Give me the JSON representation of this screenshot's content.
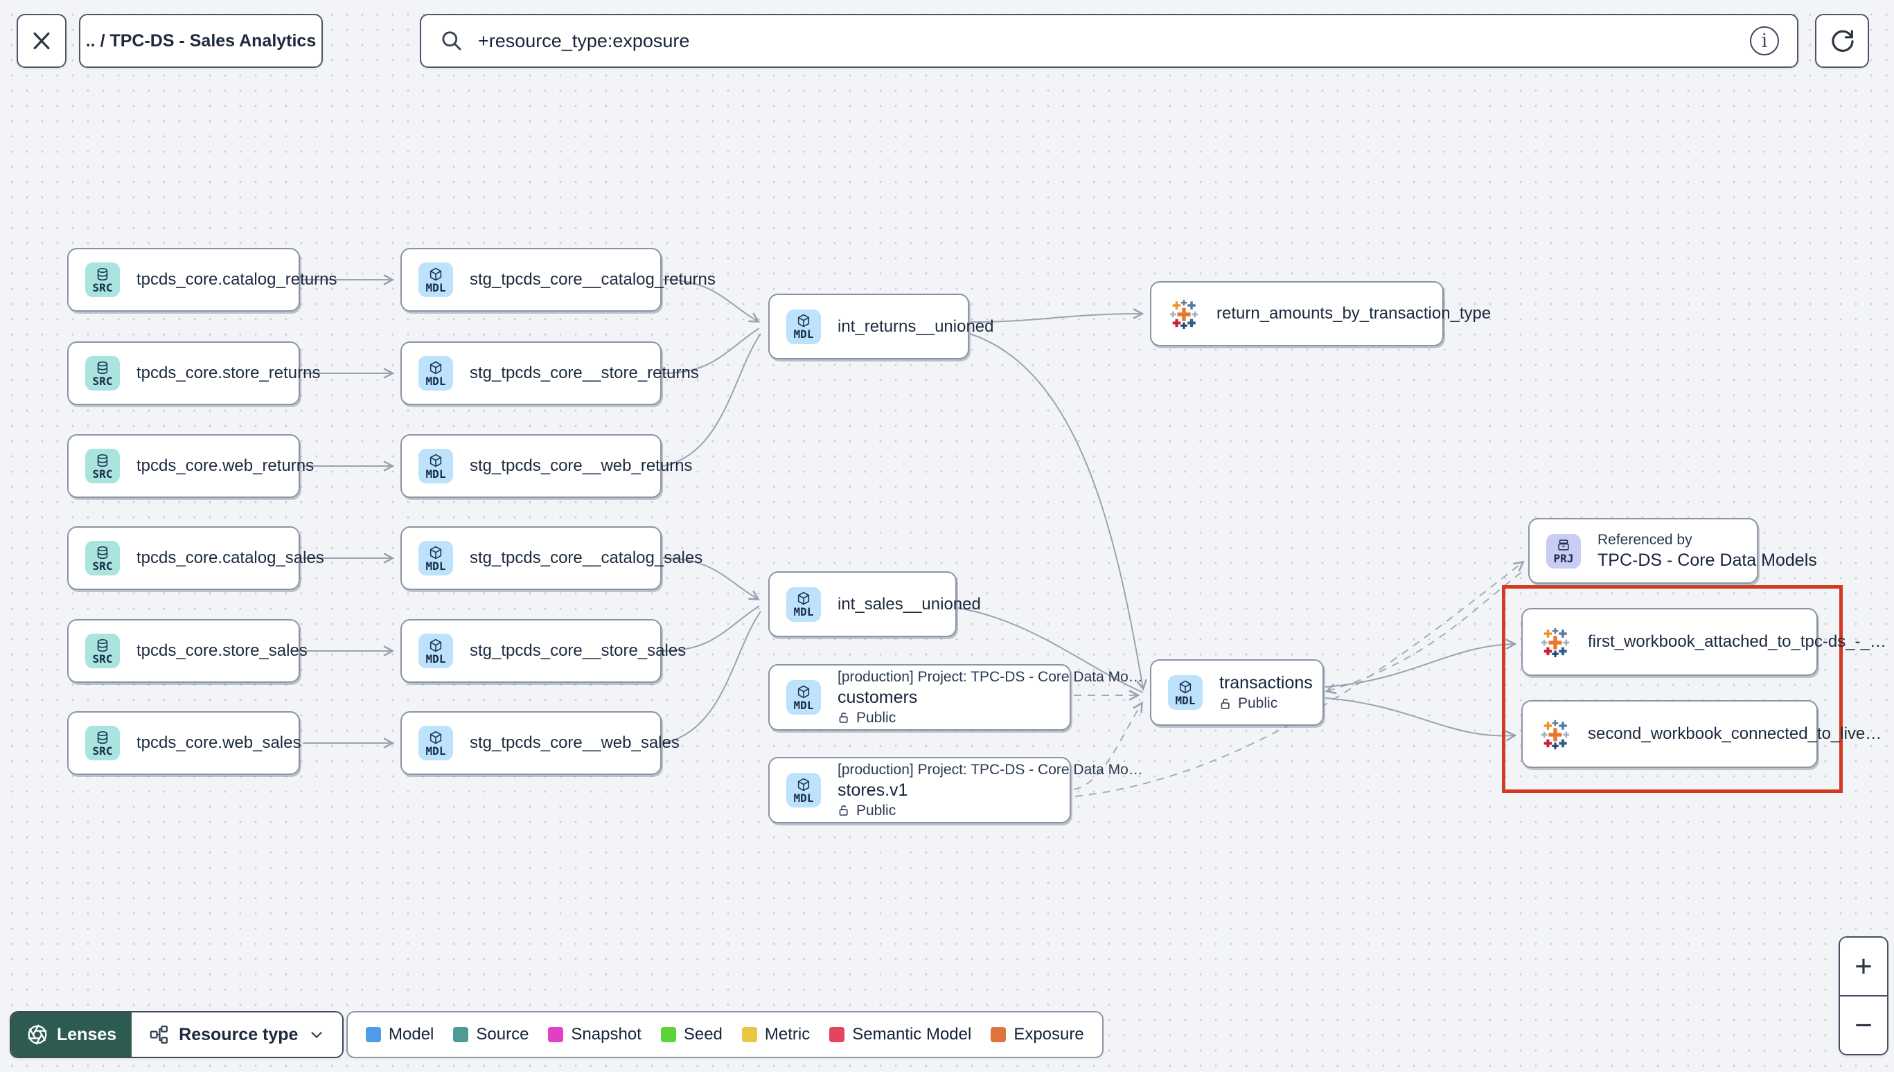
{
  "toolbar": {
    "breadcrumb": ".. / TPC-DS - Sales Analytics",
    "search_value": "+resource_type:exposure",
    "info_glyph": "i"
  },
  "badges": {
    "source": "SRC",
    "model": "MDL",
    "project": "PRJ"
  },
  "graph": {
    "sources": [
      "tpcds_core.catalog_returns",
      "tpcds_core.store_returns",
      "tpcds_core.web_returns",
      "tpcds_core.catalog_sales",
      "tpcds_core.store_sales",
      "tpcds_core.web_sales"
    ],
    "staging": [
      "stg_tpcds_core__catalog_returns",
      "stg_tpcds_core__store_returns",
      "stg_tpcds_core__web_returns",
      "stg_tpcds_core__catalog_sales",
      "stg_tpcds_core__store_sales",
      "stg_tpcds_core__web_sales"
    ],
    "int_returns": "int_returns__unioned",
    "int_sales": "int_sales__unioned",
    "customers": {
      "header": "[production] Project: TPC-DS - Core Data Mo…",
      "name": "customers",
      "access": "Public"
    },
    "stores": {
      "header": "[production] Project: TPC-DS - Core Data Mo…",
      "name": "stores.v1",
      "access": "Public"
    },
    "transactions": {
      "name": "transactions",
      "access": "Public"
    },
    "exposure_returns": "return_amounts_by_transaction_type",
    "project_ref": {
      "title": "Referenced by",
      "name": "TPC-DS - Core Data Models"
    },
    "exposure_workbook1": "first_workbook_attached_to_tpc-ds_-_…",
    "exposure_workbook2": "second_workbook_connected_to_live…"
  },
  "footer": {
    "lenses_label": "Lenses",
    "filter_label": "Resource type",
    "legend": [
      {
        "label": "Model",
        "color": "#4f9be8"
      },
      {
        "label": "Source",
        "color": "#4d9b94"
      },
      {
        "label": "Snapshot",
        "color": "#e23ec6"
      },
      {
        "label": "Seed",
        "color": "#5ad43a"
      },
      {
        "label": "Metric",
        "color": "#e9c73e"
      },
      {
        "label": "Semantic Model",
        "color": "#e5455c"
      },
      {
        "label": "Exposure",
        "color": "#e0733c"
      }
    ]
  },
  "zoom_controls": {
    "zoom_in": "+",
    "zoom_out": "−"
  },
  "highlight_color": "#d23b20"
}
